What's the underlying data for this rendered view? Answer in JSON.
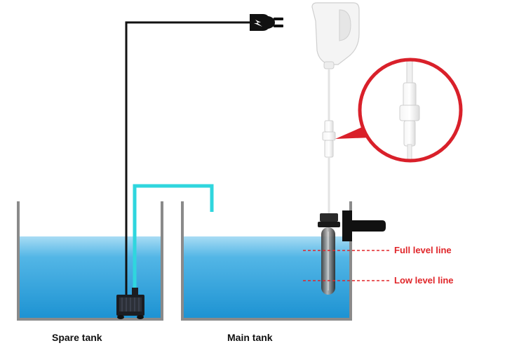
{
  "labels": {
    "spare_tank": "Spare tank",
    "main_tank": "Main tank",
    "full_level": "Full level line",
    "low_level": "Low level line"
  },
  "colors": {
    "water_top": "#a8dcf4",
    "water_bottom": "#1c92d2",
    "tank_wall": "#8a8a8a",
    "inlet_pipe": "#2fd6de",
    "power_cord": "#111111",
    "callout_ring": "#d9202a",
    "level_line": "#e0262a"
  },
  "icons": {
    "plug_icon": "plug-icon"
  }
}
